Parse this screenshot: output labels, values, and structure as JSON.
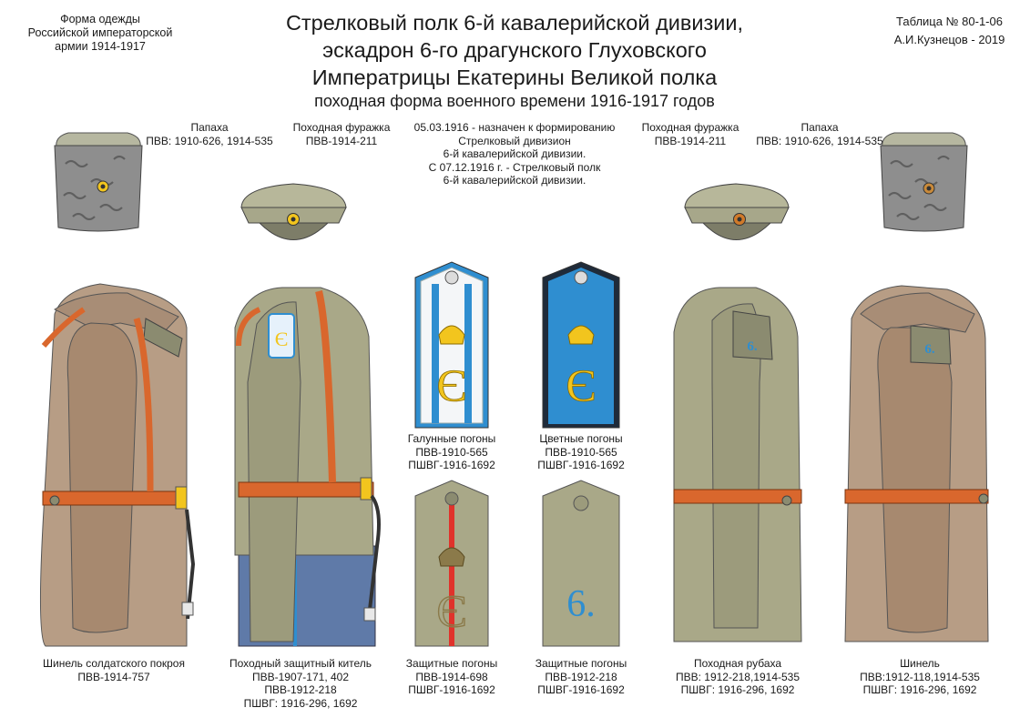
{
  "header": {
    "left_lines": [
      "Форма одежды",
      "Российской императорской",
      "армии  1914-1917"
    ],
    "right_lines": [
      "Таблица № 80-1-06",
      "А.И.Кузнецов - 2019"
    ],
    "title_lines": [
      "Стрелковый полк 6-й кавалерийской дивизии,",
      "эскадрон 6-го драгунского Глуховского",
      "Императрицы Екатерины Великой полка"
    ],
    "subtitle": "походная форма военного времени 1916-1917 годов"
  },
  "history_lines": [
    "05.03.1916  - назначен к формированию",
    "Стрелковый дивизион",
    "6-й кавалерийской дивизии.",
    "С 07.12.1916 г. - Стрелковый полк",
    "6-й кавалерийской дивизии."
  ],
  "hats": [
    {
      "lines": [
        "Папаха",
        "ПВВ: 1910-626, 1914-535"
      ]
    },
    {
      "lines": [
        "Походная фуражка",
        "ПВВ-1914-211"
      ]
    },
    {
      "lines": [
        "Походная фуражка",
        "ПВВ-1914-211"
      ]
    },
    {
      "lines": [
        "Папаха",
        "ПВВ: 1910-626, 1914-535"
      ]
    }
  ],
  "shoulder_boards": [
    {
      "lines": [
        "Галунные погоны",
        "ПВВ-1910-565",
        "ПШВГ-1916-1692"
      ]
    },
    {
      "lines": [
        "Цветные погоны",
        "ПВВ-1910-565",
        "ПШВГ-1916-1692"
      ]
    },
    {
      "lines": [
        "Защитные погоны",
        "ПВВ-1914-698",
        "ПШВГ-1916-1692"
      ]
    },
    {
      "lines": [
        "Защитные  погоны",
        "ПВВ-1912-218",
        "ПШВГ-1916-1692"
      ]
    }
  ],
  "board_number": "6.",
  "figures": [
    {
      "lines": [
        "Шинель солдатского покроя",
        "ПВВ-1914-757"
      ]
    },
    {
      "lines": [
        "Походный защитный китель",
        "ПВВ-1907-171, 402",
        "ПВВ-1912-218",
        "ПШВГ: 1916-296, 1692"
      ]
    },
    {
      "lines": [
        "Походная рубаха",
        "ПВВ: 1912-218,1914-535",
        "ПШВГ: 1916-296, 1692"
      ]
    },
    {
      "lines": [
        "Шинель",
        "ПВВ:1912-118,1914-535",
        "ПШВГ: 1916-296, 1692"
      ]
    }
  ],
  "colors": {
    "greatcoat": "#b79d85",
    "khaki": "#a9a888",
    "strap": "#d9672d",
    "trousers": "#5f7aa8",
    "blue_board": "#2f8ed0",
    "gold": "#f2c51e",
    "papakha": "#8f8f8f"
  }
}
